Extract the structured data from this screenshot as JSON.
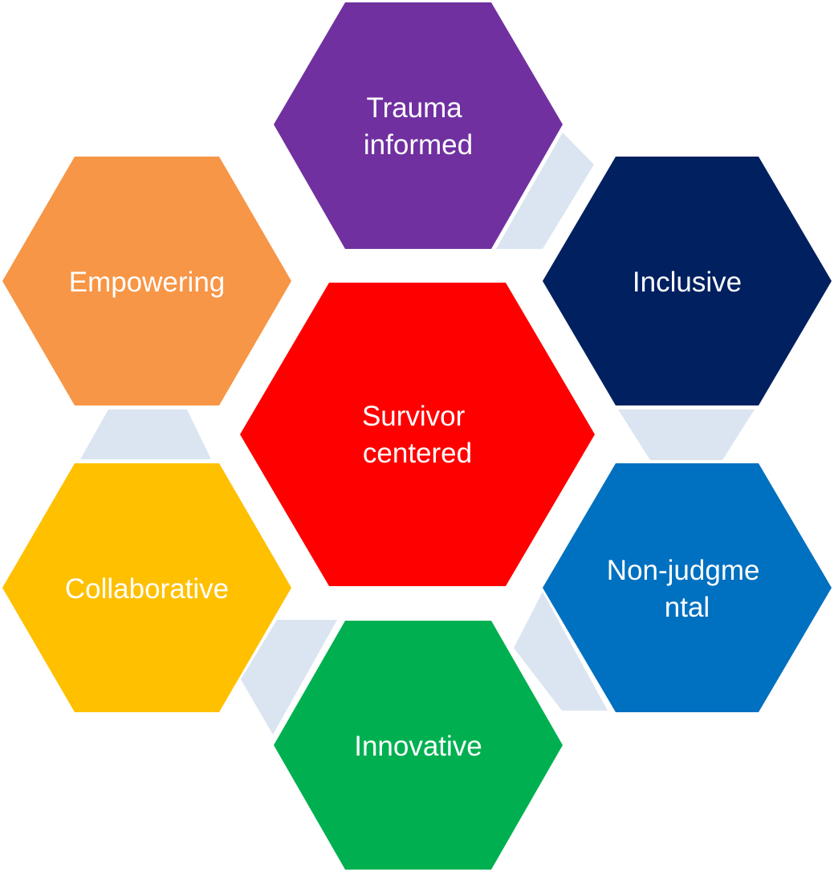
{
  "hexagons": [
    {
      "id": "survivor-centered",
      "lines": [
        "Survivor",
        "centered"
      ],
      "color": "#ff0000"
    },
    {
      "id": "trauma-informed",
      "lines": [
        "Trauma",
        "informed"
      ],
      "color": "#7030a0"
    },
    {
      "id": "inclusive",
      "lines": [
        "Inclusive"
      ],
      "color": "#002060"
    },
    {
      "id": "non-judgmental",
      "lines": [
        "Non-judgme",
        "ntal"
      ],
      "color": "#0070c0"
    },
    {
      "id": "innovative",
      "lines": [
        "Innovative"
      ],
      "color": "#00b050"
    },
    {
      "id": "collaborative",
      "lines": [
        "Collaborative"
      ],
      "color": "#ffc000"
    },
    {
      "id": "empowering",
      "lines": [
        "Empowering"
      ],
      "color": "#f79646"
    }
  ],
  "connector_color": "#dbe5f1"
}
